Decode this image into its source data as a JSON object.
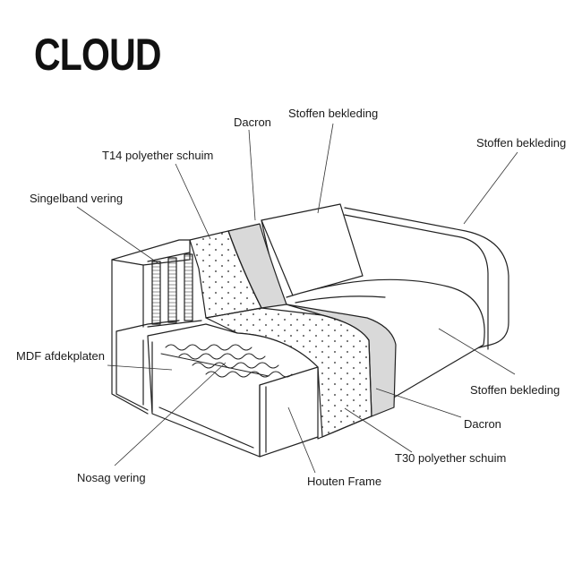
{
  "title": "CLOUD",
  "labels": {
    "dacron_top": "Dacron",
    "stoffen_top": "Stoffen bekleding",
    "stoffen_right": "Stoffen bekleding",
    "t14": "T14 polyether schuim",
    "singelband": "Singelband vering",
    "mdf": "MDF afdekplaten",
    "stoffen_bottom": "Stoffen bekleding",
    "dacron_bottom": "Dacron",
    "t30": "T30 polyether schuim",
    "nosag": "Nosag vering",
    "houten": "Houten Frame"
  }
}
